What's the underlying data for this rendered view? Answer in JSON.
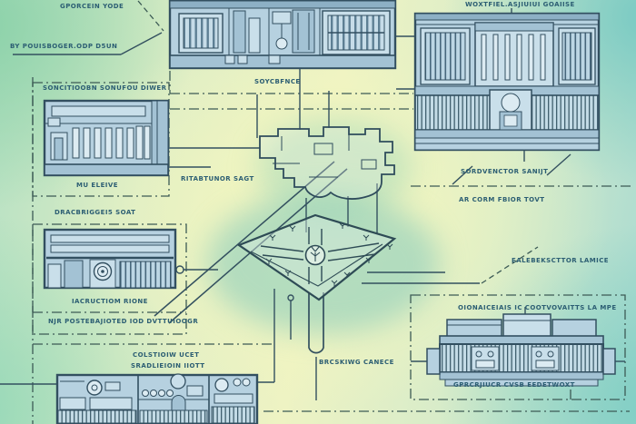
{
  "labels": {
    "gporcein": "GPORCEIN YODE",
    "by_pouisboger": "BY POUISBOGER.ODP D5UN",
    "soncitioobn": "SONCITIOOBN SONUFOU DIWER",
    "mu_eleive": "MU ELEIVE",
    "ritabtunor": "RITABTUNOR SAGT",
    "dracbriggeis": "DRACBRIGGEI5 SOAT",
    "iacructiom": "IACRUCTIOM RIONE",
    "njr_poste": "NJR POSTEBAJIOTED IOD DVTTUIOOGR",
    "colstiow": "COLSTIOIW UCET",
    "sradlieioin": "SRADLIEIOIN IIOTT",
    "soycbfnce": "SOYCBFNCE",
    "woxtfiel": "WOXTFIEL.ASJIUIUI GOAIISE",
    "sordvenctor": "SORDVENCTOR SANIJT",
    "ar_corm": "AR CORM FBIOR TOVT",
    "ealebekscttor": "EALEBEKSCTTOR LAMICE",
    "oionaiceiais": "OIONAICEIAIS IC COOTVOVAITTS LA MPE",
    "gprcrjiucr": "GPRCRJIUCR CVSB EEDETWOXT",
    "brcskiwg": "BRCSKIWG CANECE"
  },
  "icons": {
    "plaza_center": "tree-icon",
    "left_lower_building": "spiral-icon",
    "bottom_left_building": "rosette-icon"
  },
  "colors": {
    "background_yellow": "#eef3c3",
    "background_green": "#b4e0c3",
    "background_teal": "#a8dad1",
    "line": "#324f60",
    "boundary_line": "#3c5a55",
    "panel_fill": "#b6d1e0",
    "panel_light": "#c9dfea",
    "label_text": "#2c5e73"
  }
}
